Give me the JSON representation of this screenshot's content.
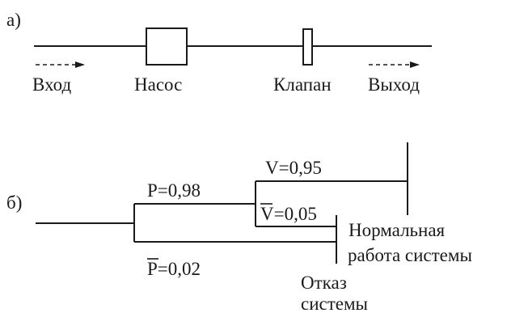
{
  "part_a": {
    "label": "а)",
    "input_label": "Вход",
    "pump_label": "Насос",
    "valve_label": "Клапан",
    "output_label": "Выход"
  },
  "part_b": {
    "label": "б)",
    "p_label": "P=0,98",
    "p_bar_label": "P=0,02",
    "v_label": "V=0,95",
    "v_bar_label": "V=0,05",
    "normal_line1": "Нормальная",
    "normal_line2": "работа системы",
    "failure_line1": "Отказ",
    "failure_line2": "системы"
  },
  "colors": {
    "ink": "#1a1a1a",
    "background": "#ffffff"
  }
}
